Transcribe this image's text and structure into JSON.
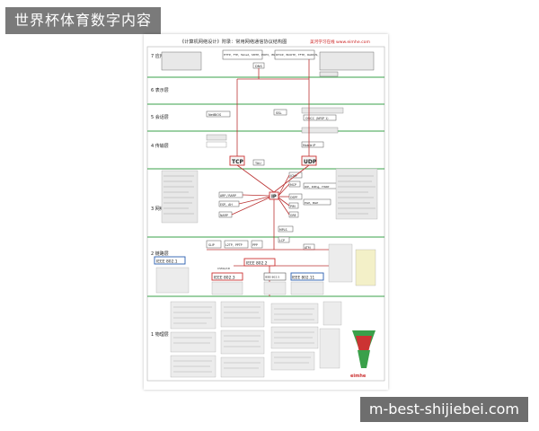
{
  "overlay": {
    "title": "世界杯体育数字内容",
    "site": "m-best-shijiebei.com"
  },
  "diagram": {
    "header": "《计算机网络设计》附录：常用网络通信协议结构图",
    "header_right": "美河学习在线 www.eimhe.com",
    "layers": [
      "7 应用层",
      "6 表示层",
      "5 会话层",
      "4 传输层",
      "3 网络层",
      "2 链路层",
      "1 物理层"
    ],
    "transport": {
      "tcp": "TCP",
      "udp": "UDP",
      "ip": "IP"
    },
    "protocols": {
      "app_left": "HTTP、FTP、Telnet、SMTP、POP3、IMAP",
      "dns": "DNS",
      "app_right": "DHCP、BOOTP、TFTP、RADIUS、SNMP、RIP、SLP、SDP",
      "ssl": "SSL",
      "netbios": "NetBIOS",
      "tau": "TAU",
      "mobile_ip": "Mobile IP",
      "osicc": "OSICC（NFSP 1）",
      "arp": "ARP / RARP",
      "esp": "ESP、AH",
      "narp": "NARP",
      "icmp": "ICMP",
      "mcp": "MCP",
      "ospf": "OSPF",
      "routing": "RIP、RIPng、HSRP",
      "pim": "PIM",
      "gre": "GRE",
      "egp": "EGP、BGP",
      "mpls": "MPLS",
      "lcp": "LCP",
      "atm": "ATM",
      "slip": "SLIP",
      "l2tp": "L2TP、PPTP",
      "ppp": "PPP",
      "ieee8021": "IEEE 802.1",
      "ieee8022": "IEEE 802.2",
      "ieee8023": "IEEE 802.3",
      "ieee8025": "IEEE 802.5",
      "ieee80211": "IEEE 802.11",
      "csma": "CSMA/CD"
    },
    "logo_text": "eimhe"
  }
}
